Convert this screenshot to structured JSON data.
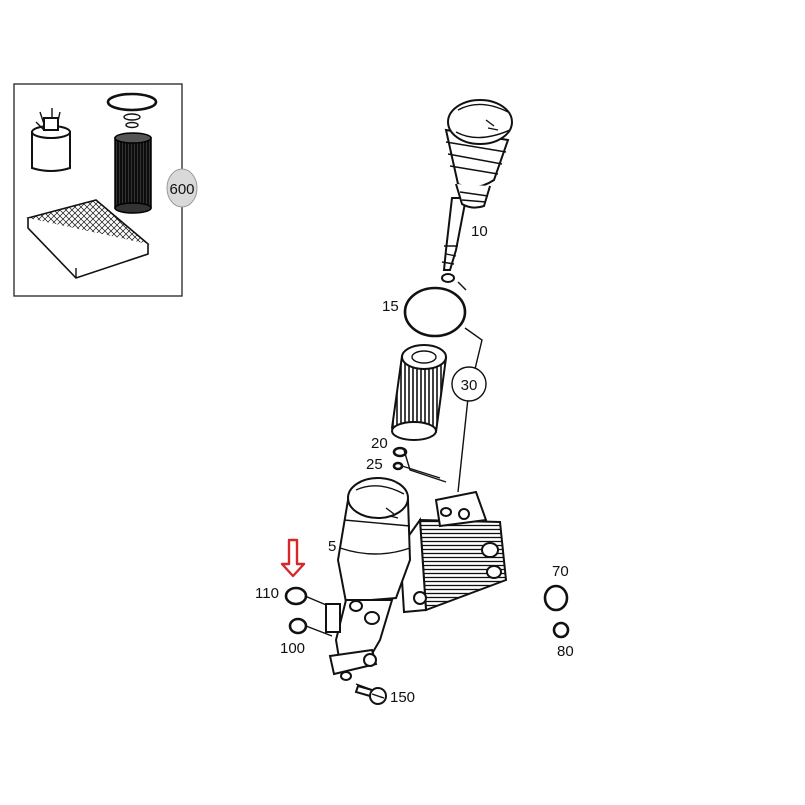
{
  "callouts": {
    "p600": "600",
    "p10": "10",
    "p15": "15",
    "p30": "30",
    "p20": "20",
    "p25": "25",
    "p5": "5",
    "p110": "110",
    "p100": "100",
    "p70": "70",
    "p80": "80",
    "p150": "150"
  },
  "colors": {
    "highlight_arrow": "#d62828",
    "line": "#111111",
    "badge_fill": "#d9d9d9"
  },
  "highlighted_part": "110"
}
